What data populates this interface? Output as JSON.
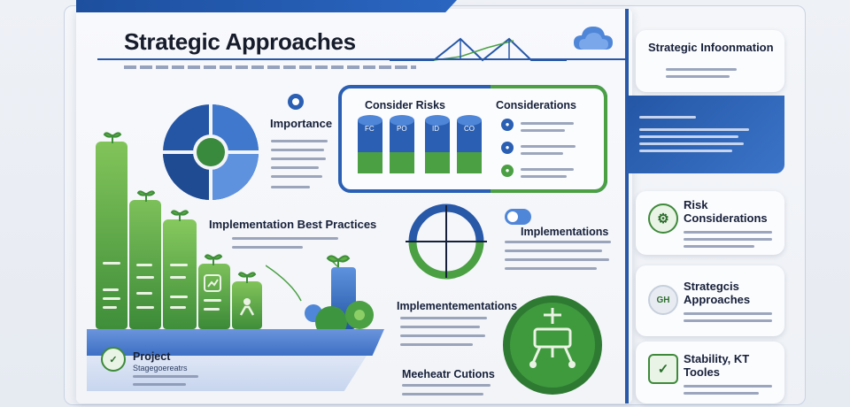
{
  "title": "Strategic Approaches",
  "sections": {
    "importance": "Importance",
    "implementation_best": "Implementation Best Practices",
    "implementations_mid": "Implementations",
    "implementations_low": "Implementementations",
    "mechanics": "Meeheatr Cutions",
    "project": "Project",
    "project_sub": "Stagegoereatrs"
  },
  "consider": {
    "risks_title": "Consider Risks",
    "considerations_title": "Considerations",
    "cylinder_labels": [
      "FC",
      "PO",
      "ID",
      "CO"
    ]
  },
  "right_cards": {
    "info_title": "Strategic Infoonmation",
    "risk_title": "Risk Considerations",
    "approaches_title": "Strategcis Approaches",
    "stability_title": "Stability, KT Tooles",
    "approaches_icon": "GH"
  },
  "colors": {
    "brand_blue": "#2858a8",
    "brand_green": "#4aa043",
    "dark_navy": "#16203a"
  },
  "icons": [
    "cloud-icon",
    "pie-chart-icon",
    "gear-icon",
    "shield-icon",
    "plant-icon",
    "person-icon",
    "check-icon"
  ]
}
